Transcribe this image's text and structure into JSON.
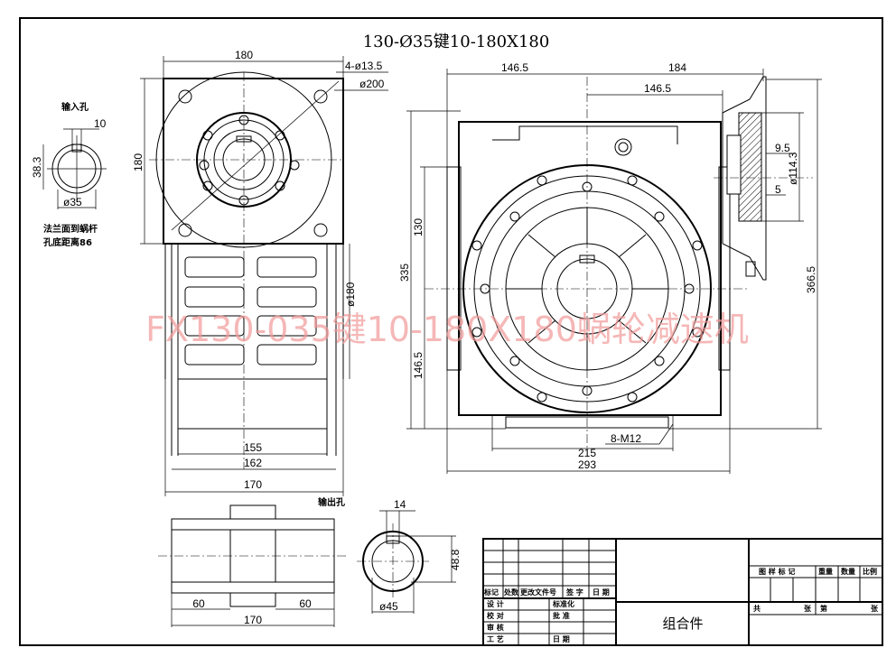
{
  "title": "130-Ø35键10-180X180",
  "watermark": "FX130-035键10-180X180蜗轮减速机",
  "input_hole": {
    "label": "输入孔",
    "key_width": "10",
    "depth": "38.3",
    "diameter": "ø35",
    "note_line1": "法兰面到蜗杆",
    "note_line2": "孔底距离86"
  },
  "top_view": {
    "width": "180",
    "height": "180",
    "bolt_holes": "4-ø13.5",
    "pcd": "ø200",
    "body_diameter": "ø180",
    "dim_155": "155",
    "dim_162": "162",
    "dim_170": "170"
  },
  "side_view": {
    "dim_left_top": "146.5",
    "dim_right_top": "184",
    "dim_inner_top": "146.5",
    "dim_130": "130",
    "dim_335": "335",
    "dim_146_5_lower": "146.5",
    "dim_366_5": "366.5",
    "flange_diameter": "ø114.3",
    "dim_9_5": "9.5",
    "dim_5": "5",
    "dim_215": "215",
    "thread": "8-M12",
    "dim_293": "293"
  },
  "output_hole": {
    "label": "输出孔",
    "key_width": "14",
    "depth": "48.8",
    "diameter": "ø45",
    "shaft_left": "60",
    "shaft_right": "60",
    "shaft_total": "170"
  },
  "title_block": {
    "rev_headers": [
      "标记",
      "处数",
      "更改文件号",
      "签 字",
      "日 期"
    ],
    "design": "设 计",
    "check": "校 对",
    "review": "审 核",
    "process": "工 艺",
    "standard": "标准化",
    "approve": "批 准",
    "date": "日 期",
    "part_name": "组合件",
    "drawing_mark": "图 样 标 记",
    "weight": "重量",
    "quantity": "数量",
    "scale": "比例",
    "total": "共",
    "sheets": "张",
    "sheet_no": "第",
    "sheet": "张"
  }
}
